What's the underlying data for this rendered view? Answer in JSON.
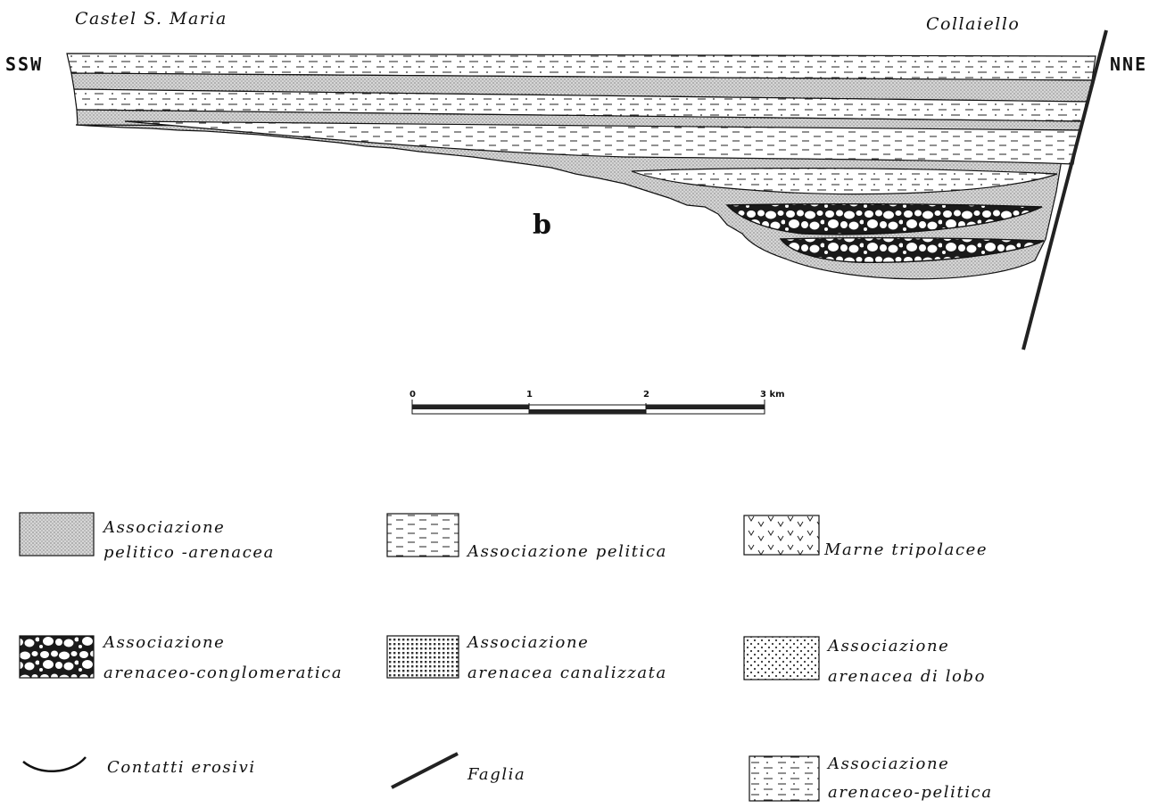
{
  "section": {
    "locality_left": "Castel  S. Maria",
    "locality_right": "Collaiello",
    "direction_left": "SSW",
    "direction_right": "NNE",
    "section_letter": "b"
  },
  "scale_bar": {
    "ticks": [
      "0",
      "1",
      "2",
      "3 km"
    ]
  },
  "legend": [
    {
      "id": "pelitico-arenacea",
      "pattern": "fine-stipple",
      "line1": "Associazione",
      "line2": "pelitico -arenacea"
    },
    {
      "id": "pelitica",
      "pattern": "dashes",
      "line1": "Associazione  pelitica",
      "line2": ""
    },
    {
      "id": "marne",
      "pattern": "v-marks",
      "line1": "Marne  tripolacee",
      "line2": ""
    },
    {
      "id": "arenaceo-conglomeratica",
      "pattern": "pebbles",
      "line1": "Associazione",
      "line2": "arenaceo-conglomeratica"
    },
    {
      "id": "arenacea-canalizzata",
      "pattern": "dense-dots",
      "line1": "Associazione",
      "line2": "arenacea  canalizzata"
    },
    {
      "id": "arenacea-lobo",
      "pattern": "open-dots",
      "line1": "Associazione",
      "line2": "arenacea  di  lobo"
    },
    {
      "id": "contatti",
      "pattern": "erosive-curve",
      "line1": "Contatti  erosivi",
      "line2": ""
    },
    {
      "id": "faglia",
      "pattern": "fault-line",
      "line1": "Faglia",
      "line2": ""
    },
    {
      "id": "arenaceo-pelitica",
      "pattern": "dash-dot",
      "line1": "Associazione",
      "line2": "arenaceo-pelitica"
    }
  ],
  "colors": {
    "ink": "#111111",
    "stipple_bg": "#d9d9d9",
    "paper": "#ffffff"
  }
}
